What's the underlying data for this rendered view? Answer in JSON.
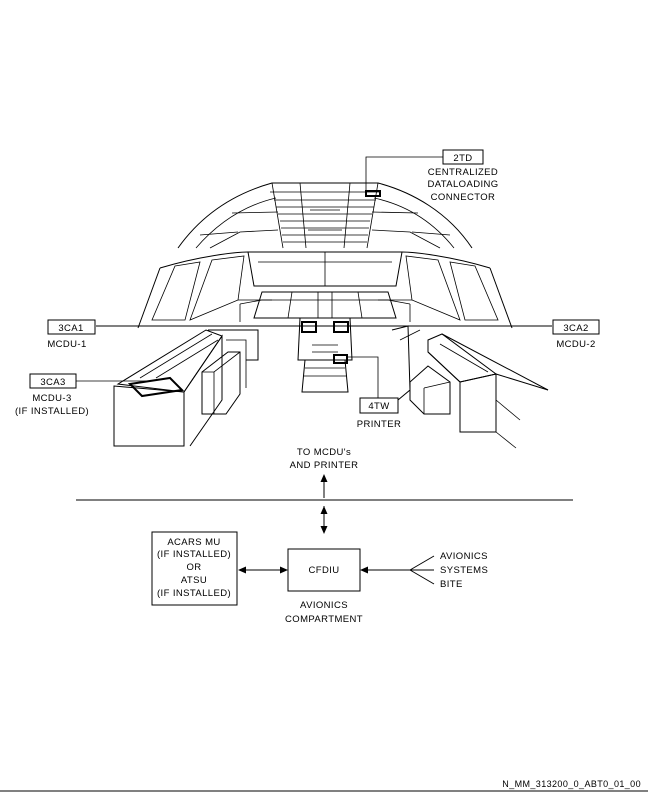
{
  "labels": {
    "tag_2td": "2TD",
    "centralized_l1": "CENTRALIZED",
    "centralized_l2": "DATALOADING",
    "centralized_l3": "CONNECTOR",
    "tag_3ca1": "3CA1",
    "mcdu1": "MCDU-1",
    "tag_3ca2": "3CA2",
    "mcdu2": "MCDU-2",
    "tag_3ca3": "3CA3",
    "mcdu3": "MCDU-3",
    "mcdu3_note": "(IF INSTALLED)",
    "tag_4tw": "4TW",
    "printer": "PRINTER",
    "to_mcdu_l1": "TO MCDU's",
    "to_mcdu_l2": "AND PRINTER",
    "acars_l1": "ACARS MU",
    "acars_l2": "(IF INSTALLED)",
    "acars_l3": "OR",
    "acars_l4": "ATSU",
    "acars_l5": "(IF INSTALLED)",
    "cfdiu": "CFDIU",
    "avionics_l1": "AVIONICS",
    "avionics_l2": "SYSTEMS",
    "avionics_l3": "BITE",
    "compartment_l1": "AVIONICS",
    "compartment_l2": "COMPARTMENT",
    "footer_ref": "N_MM_313200_0_ABT0_01_00"
  }
}
